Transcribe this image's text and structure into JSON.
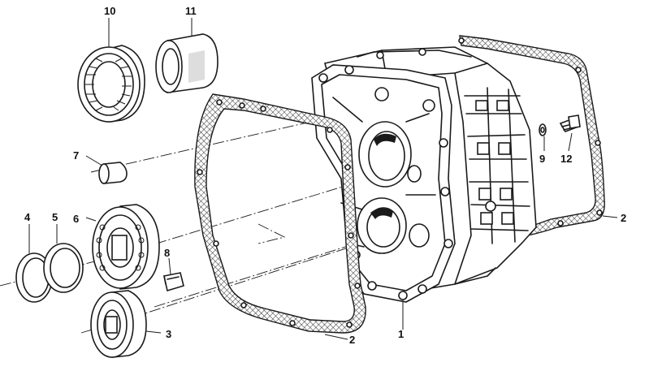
{
  "parts": [
    {
      "id": "p1",
      "number": "1"
    },
    {
      "id": "p2a",
      "number": "2"
    },
    {
      "id": "p2b",
      "number": "2"
    },
    {
      "id": "p3",
      "number": "3"
    },
    {
      "id": "p4",
      "number": "4"
    },
    {
      "id": "p5",
      "number": "5"
    },
    {
      "id": "p6",
      "number": "6"
    },
    {
      "id": "p7",
      "number": "7"
    },
    {
      "id": "p8",
      "number": "8"
    },
    {
      "id": "p9",
      "number": "9"
    },
    {
      "id": "p10",
      "number": "10"
    },
    {
      "id": "p11",
      "number": "11"
    },
    {
      "id": "p12",
      "number": "12"
    }
  ]
}
